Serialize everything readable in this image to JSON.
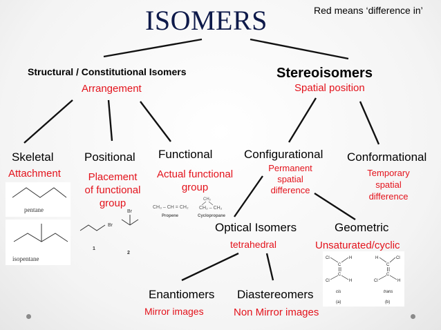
{
  "title": "ISOMERS",
  "note": "Red means ‘difference in’",
  "structural": {
    "label": "Structural / Constitutional Isomers",
    "meaning": "Arrangement"
  },
  "stereo": {
    "label": "Stereoisomers",
    "meaning": "Spatial position"
  },
  "skeletal": {
    "label": "Skeletal",
    "meaning": "Attachment",
    "mol1": "pentane",
    "mol2": "isopentane"
  },
  "positional": {
    "label": "Positional",
    "meaning_l1": "Placement",
    "meaning_l2": "of functional",
    "meaning_l3": "group",
    "br1": "Br",
    "br2": "Br",
    "n1": "1",
    "n2": "2"
  },
  "functional": {
    "label": "Functional",
    "meaning_l1": "Actual functional",
    "meaning_l2": "group",
    "propene_formula": "CH₃ – CH = CH₂",
    "propene_name": "Propene",
    "cyclo_top": "CH₂",
    "cyclo_formula": "CH₂ – CH₂",
    "cyclo_name": "Cyclopropane"
  },
  "configurational": {
    "label": "Configurational",
    "meaning_l1": "Permanent",
    "meaning_l2": "spatial",
    "meaning_l3": "difference"
  },
  "conformational": {
    "label": "Conformational",
    "meaning_l1": "Temporary",
    "meaning_l2": "spatial",
    "meaning_l3": "difference"
  },
  "optical": {
    "label": "Optical Isomers",
    "meaning": "tetrahedral"
  },
  "geometric": {
    "label": "Geometric",
    "meaning": "Unsaturated/cyclic",
    "cl": "Cl",
    "h": "H",
    "c": "C",
    "cis": "cis",
    "trans": "trans",
    "a": "(a)",
    "b": "(b)"
  },
  "enantiomers": {
    "label": "Enantiomers",
    "meaning": "Mirror images"
  },
  "diastereomers": {
    "label": "Diastereomers",
    "meaning": "Non Mirror images"
  }
}
